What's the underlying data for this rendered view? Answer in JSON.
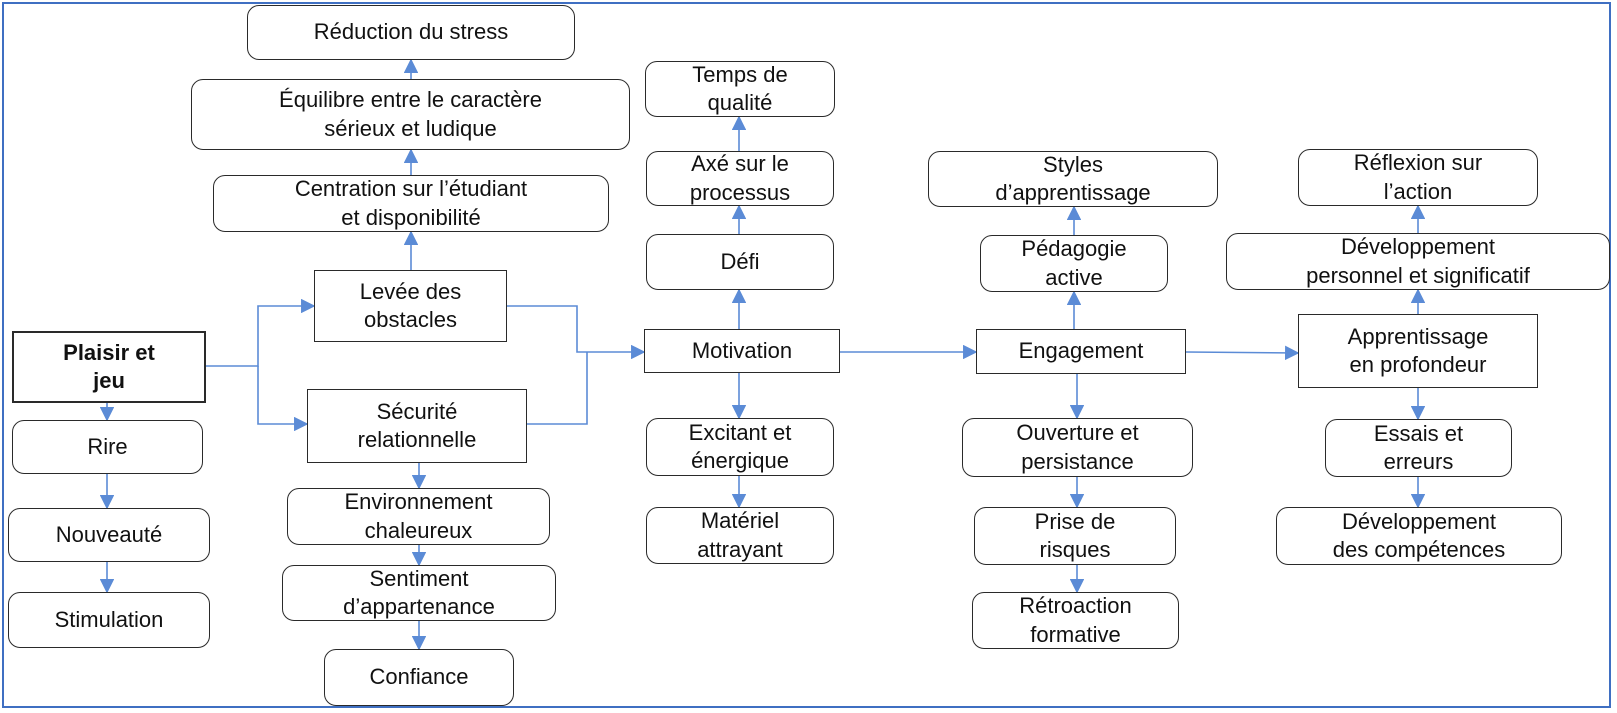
{
  "diagram": {
    "colors": {
      "arrow": "#5b8bd6",
      "frame": "#3f6fc2",
      "node_border": "#2a2a2a"
    },
    "nodes": {
      "reduction_stress": "Réduction du stress",
      "equilibre": "Équilibre entre le caractère\nsérieux et ludique",
      "centration": "Centration sur l’étudiant\net disponibilité",
      "levee_obstacles": "Levée des\nobstacles",
      "plaisir_jeu": "Plaisir et\njeu",
      "rire": "Rire",
      "nouveaute": "Nouveauté",
      "stimulation": "Stimulation",
      "securite": "Sécurité\nrelationnelle",
      "environnement": "Environnement\nchaleureux",
      "sentiment": "Sentiment\nd’appartenance",
      "confiance": "Confiance",
      "temps_qualite": "Temps de\nqualité",
      "axe_processus": "Axé sur le\nprocessus",
      "defi": "Défi",
      "motivation": "Motivation",
      "excitant": "Excitant et\nénergique",
      "materiel": "Matériel\nattrayant",
      "styles": "Styles\nd’apprentissage",
      "pedagogie": "Pédagogie\nactive",
      "engagement": "Engagement",
      "ouverture": "Ouverture et\npersistance",
      "prise_risques": "Prise de\nrisques",
      "retroaction": "Rétroaction\nformative",
      "reflexion": "Réflexion sur\nl’action",
      "developpement_perso": "Développement\npersonnel et significatif",
      "apprentissage_profondeur": "Apprentissage\nen profondeur",
      "essais_erreurs": "Essais et\nerreurs",
      "developpement_comp": "Développement\ndes compétences"
    }
  }
}
